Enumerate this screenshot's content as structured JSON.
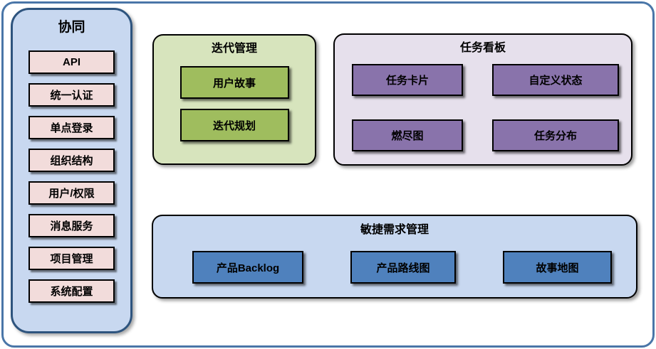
{
  "diagram": {
    "title_hint": "agile-platform-feature-map",
    "colors": {
      "frame_border": "#4a76a8",
      "sidebar_fill": "#c8d8f0",
      "sidebar_border": "#2e547e",
      "sidebar_item_fill": "#f2dcdb",
      "iteration_fill": "#d7e4bd",
      "iteration_item_fill": "#9fbd5e",
      "kanban_fill": "#e6e0ec",
      "kanban_item_fill": "#8973ab",
      "agile_fill": "#c8d8f0",
      "agile_item_fill": "#4f81bd",
      "item_border": "#000000",
      "text": "#000000"
    },
    "sidebar": {
      "title": "协同",
      "items": [
        "API",
        "统一认证",
        "单点登录",
        "组织结构",
        "用户/权限",
        "消息服务",
        "项目管理",
        "系统配置"
      ]
    },
    "groups": {
      "iteration": {
        "title": "迭代管理",
        "items": [
          "用户故事",
          "迭代规划"
        ]
      },
      "kanban": {
        "title": "任务看板",
        "items": [
          "任务卡片",
          "自定义状态",
          "燃尽图",
          "任务分布"
        ]
      },
      "agile": {
        "title": "敏捷需求管理",
        "items": [
          "产品Backlog",
          "产品路线图",
          "故事地图"
        ]
      }
    }
  }
}
